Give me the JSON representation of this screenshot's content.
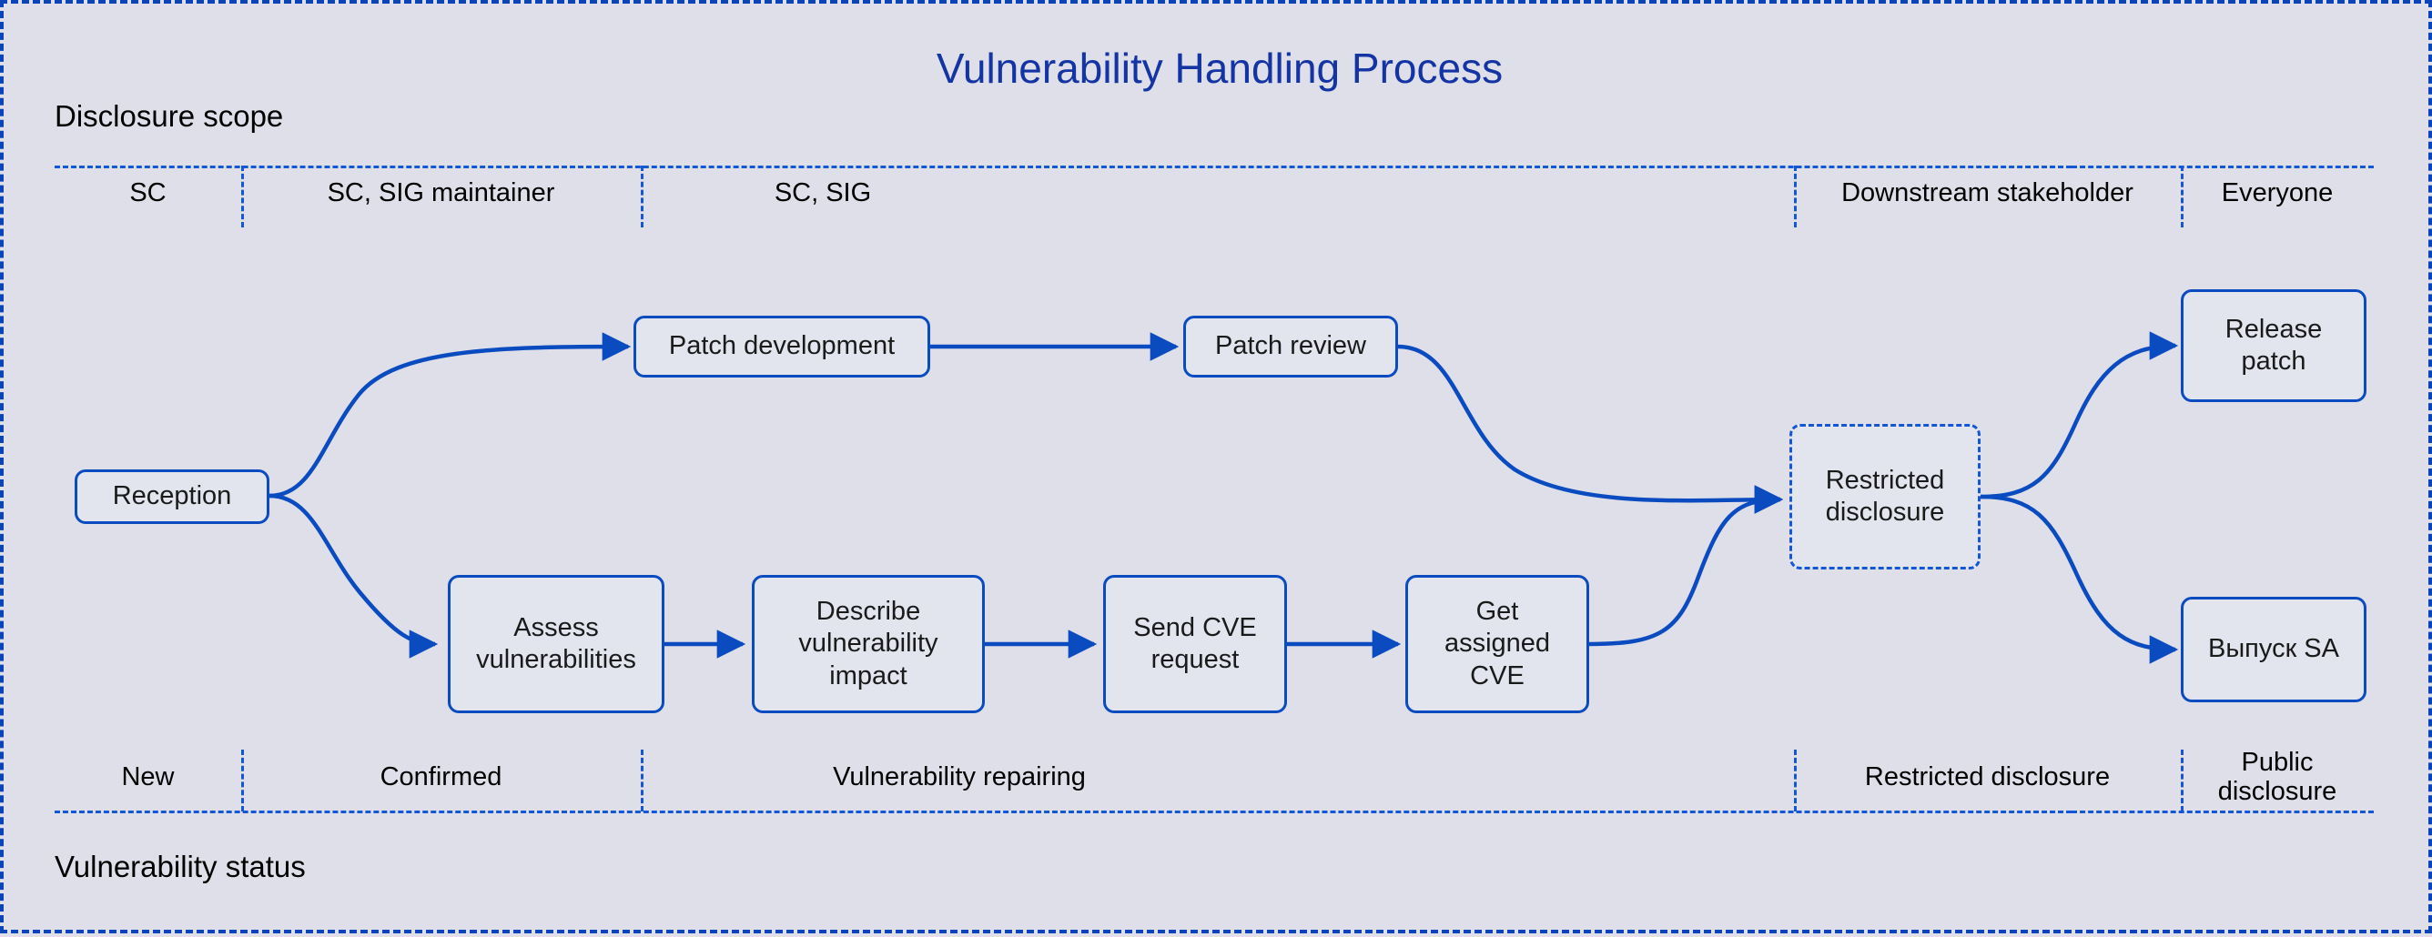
{
  "diagram": {
    "title": "Vulnerability Handling Process",
    "accent_color": "#1434a4",
    "line_color": "#0b4bc0",
    "dash_color": "#1357d4",
    "background_color": "#dedfe9",
    "node_fill": "#e2e4ee"
  },
  "axes": {
    "scope_label": "Disclosure scope",
    "status_label": "Vulnerability status"
  },
  "scope_lanes": [
    {
      "label": "SC"
    },
    {
      "label": "SC, SIG maintainer"
    },
    {
      "label": "SC, SIG"
    },
    {
      "label": "Downstream stakeholder"
    },
    {
      "label": "Everyone"
    }
  ],
  "status_lanes": [
    {
      "label": "New"
    },
    {
      "label": "Confirmed"
    },
    {
      "label": "Vulnerability repairing"
    },
    {
      "label": "Restricted disclosure"
    },
    {
      "label": "Public\ndisclosure"
    }
  ],
  "nodes": [
    {
      "id": "reception",
      "label": "Reception"
    },
    {
      "id": "patch-dev",
      "label": "Patch development"
    },
    {
      "id": "patch-review",
      "label": "Patch review"
    },
    {
      "id": "assess",
      "label": "Assess\nvulnerabilities"
    },
    {
      "id": "describe",
      "label": "Describe\nvulnerability\nimpact"
    },
    {
      "id": "send-cve",
      "label": "Send CVE\nrequest"
    },
    {
      "id": "get-cve",
      "label": "Get\nassigned\nCVE"
    },
    {
      "id": "restricted",
      "label": "Restricted\ndisclosure"
    },
    {
      "id": "release-patch",
      "label": "Release\npatch"
    },
    {
      "id": "release-sa",
      "label": "Выпуск SA"
    }
  ],
  "edges": [
    {
      "from": "reception",
      "to": "patch-dev"
    },
    {
      "from": "patch-dev",
      "to": "patch-review"
    },
    {
      "from": "patch-review",
      "to": "restricted"
    },
    {
      "from": "reception",
      "to": "assess"
    },
    {
      "from": "assess",
      "to": "describe"
    },
    {
      "from": "describe",
      "to": "send-cve"
    },
    {
      "from": "send-cve",
      "to": "get-cve"
    },
    {
      "from": "get-cve",
      "to": "restricted"
    },
    {
      "from": "restricted",
      "to": "release-patch"
    },
    {
      "from": "restricted",
      "to": "release-sa"
    }
  ]
}
